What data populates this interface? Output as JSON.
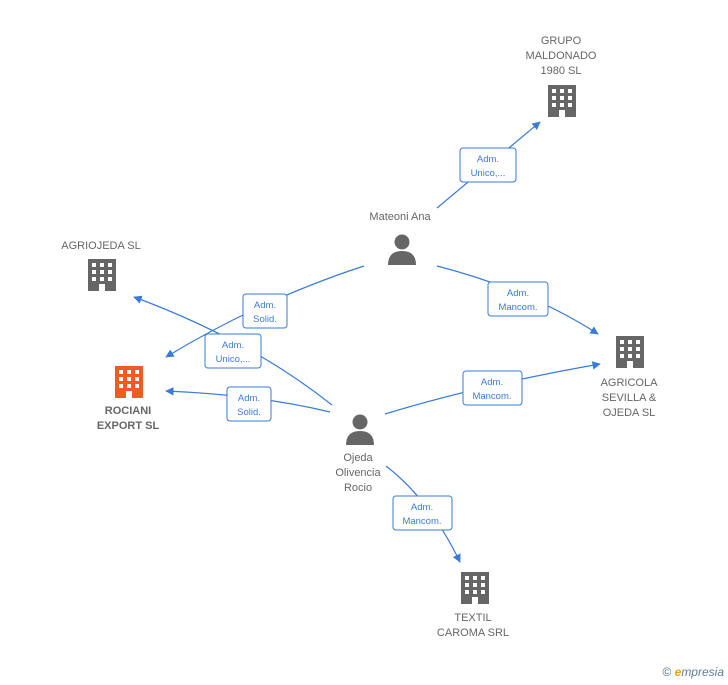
{
  "colors": {
    "edge": "#3a7bd5",
    "company": "#666666",
    "company_main": "#f05a28",
    "person": "#666666"
  },
  "nodes": {
    "grupo": {
      "lines": [
        "GRUPO",
        "MALDONADO",
        "1980  SL"
      ],
      "icon": "building-icon"
    },
    "mateoni": {
      "lines": [
        "Mateoni Ana"
      ],
      "icon": "person-icon"
    },
    "agriojeda": {
      "lines": [
        "AGRIOJEDA  SL"
      ],
      "icon": "building-icon"
    },
    "rociani": {
      "lines": [
        "ROCIANI",
        "EXPORT  SL"
      ],
      "icon": "building-icon",
      "main": true
    },
    "agricola": {
      "lines": [
        "AGRICOLA",
        "SEVILLA &",
        "OJEDA  SL"
      ],
      "icon": "building-icon"
    },
    "ojeda": {
      "lines": [
        "Ojeda",
        "Olivencia",
        "Rocio"
      ],
      "icon": "person-icon"
    },
    "textil": {
      "lines": [
        "TEXTIL",
        "CAROMA SRL"
      ],
      "icon": "building-icon"
    }
  },
  "edges": {
    "mateoni_grupo": {
      "lines": [
        "Adm.",
        "Unico,..."
      ]
    },
    "mateoni_agricola": {
      "lines": [
        "Adm.",
        "Mancom."
      ]
    },
    "mateoni_rociani": {
      "lines": [
        "Adm.",
        "Solid."
      ]
    },
    "ojeda_agriojeda": {
      "lines": [
        "Adm.",
        "Unico,..."
      ]
    },
    "ojeda_rociani": {
      "lines": [
        "Adm.",
        "Solid."
      ]
    },
    "ojeda_agricola": {
      "lines": [
        "Adm.",
        "Mancom."
      ]
    },
    "ojeda_textil": {
      "lines": [
        "Adm.",
        "Mancom."
      ]
    }
  },
  "footer": {
    "copyright": "©",
    "brand_initial": "e",
    "brand_rest": "mpresia"
  }
}
